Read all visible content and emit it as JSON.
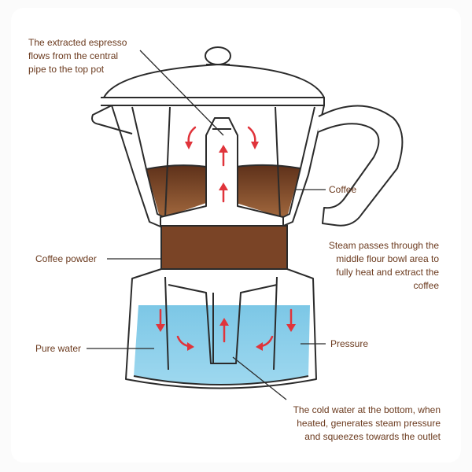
{
  "colors": {
    "outline": "#2b2b2b",
    "coffee_dark": "#6f3c1d",
    "coffee_light": "#a0673d",
    "powder": "#7a4426",
    "water": "#8fd0ea",
    "water_dark": "#56b5da",
    "arrow": "#e0343b",
    "label_text": "#6b3a1e"
  },
  "labels": {
    "espresso": [
      "The extracted espresso",
      "flows from the central",
      "pipe to the top pot"
    ],
    "coffee": "Coffee",
    "powder": "Coffee powder",
    "steam": [
      "Steam passes through the",
      "middle flour bowl area to",
      "fully heat and extract the",
      "coffee"
    ],
    "water": "Pure water",
    "pressure": "Pressure",
    "cold_water": [
      "The cold water at the bottom, when",
      "heated, generates steam pressure",
      "and squeezes towards the outlet"
    ]
  }
}
